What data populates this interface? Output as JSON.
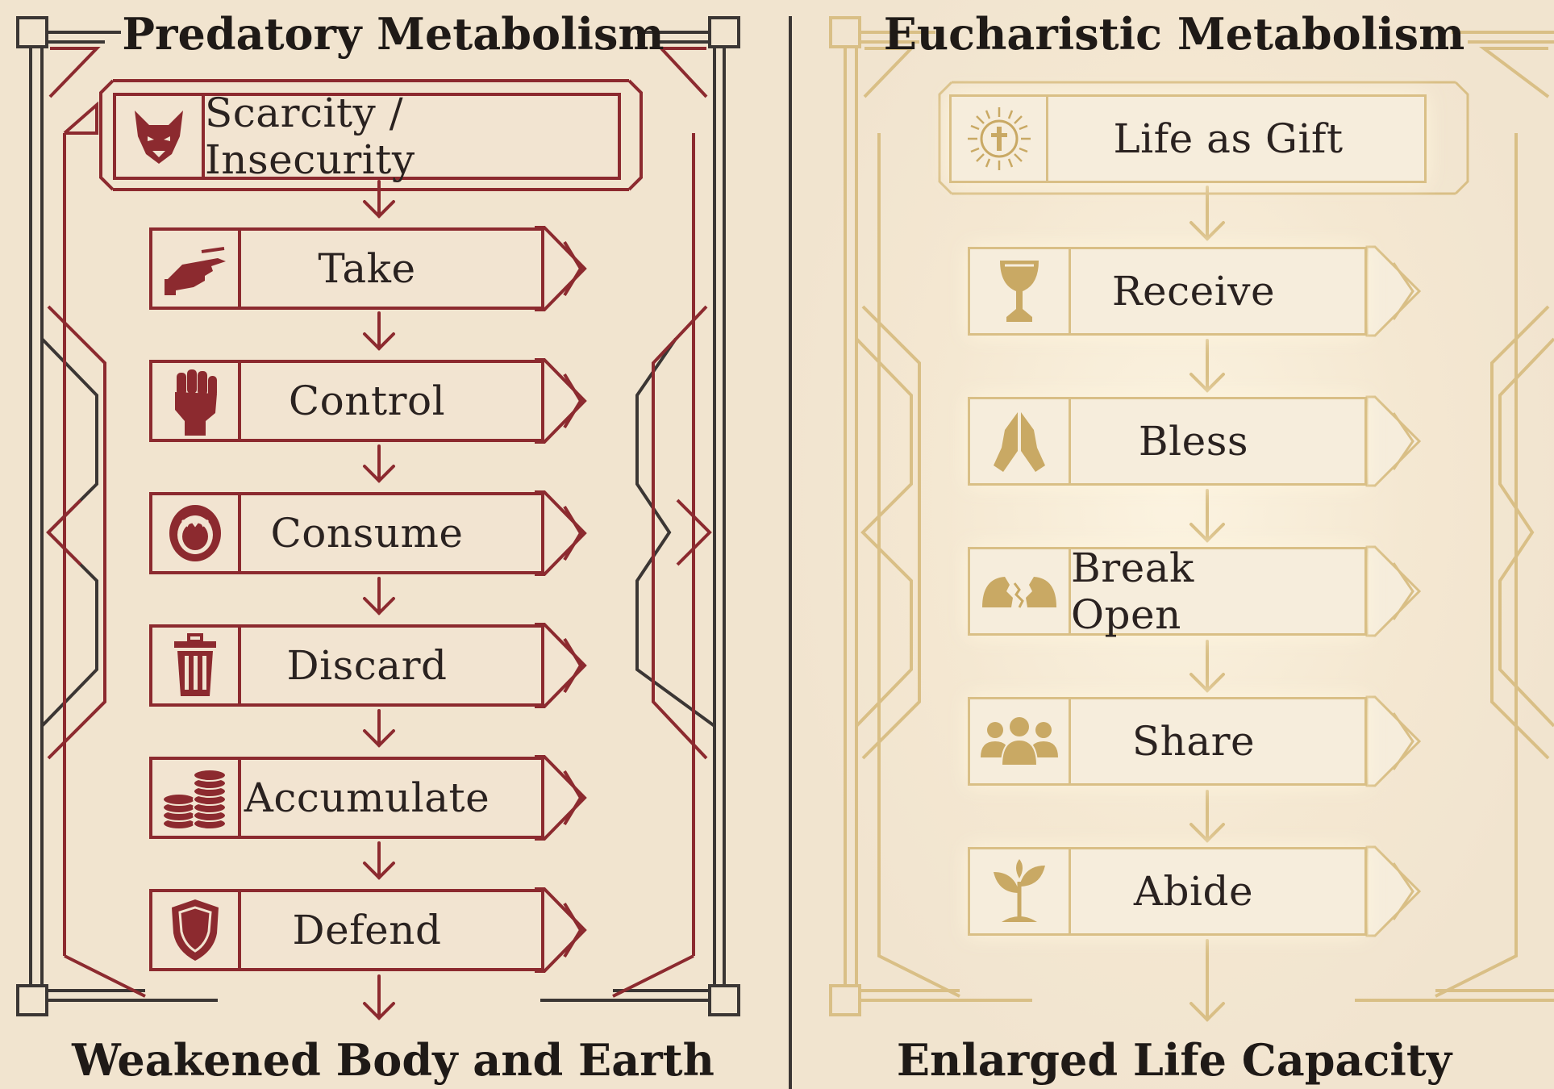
{
  "colors": {
    "background": "#f1e4cf",
    "predatory": "#8c2a2f",
    "eucharistic": "#d9bf86",
    "frame": "#3b3634",
    "text": "#1f1a17"
  },
  "left": {
    "title": "Predatory Metabolism",
    "footer": "Weakened Body and Earth",
    "steps": [
      {
        "label": "Scarcity / Insecurity",
        "icon": "wolf-icon"
      },
      {
        "label": "Take",
        "icon": "grabbing-hand-icon"
      },
      {
        "label": "Control",
        "icon": "fist-icon"
      },
      {
        "label": "Consume",
        "icon": "mouth-icon"
      },
      {
        "label": "Discard",
        "icon": "trash-icon"
      },
      {
        "label": "Accumulate",
        "icon": "coins-icon"
      },
      {
        "label": "Defend",
        "icon": "shield-icon"
      }
    ]
  },
  "right": {
    "title": "Eucharistic Metabolism",
    "footer": "Enlarged Life Capacity",
    "steps": [
      {
        "label": "Life as Gift",
        "icon": "radiant-cross-icon"
      },
      {
        "label": "Receive",
        "icon": "chalice-icon"
      },
      {
        "label": "Bless",
        "icon": "praying-hands-icon"
      },
      {
        "label": "Break Open",
        "icon": "broken-bread-icon"
      },
      {
        "label": "Share",
        "icon": "people-icon"
      },
      {
        "label": "Abide",
        "icon": "sprout-icon"
      }
    ]
  }
}
